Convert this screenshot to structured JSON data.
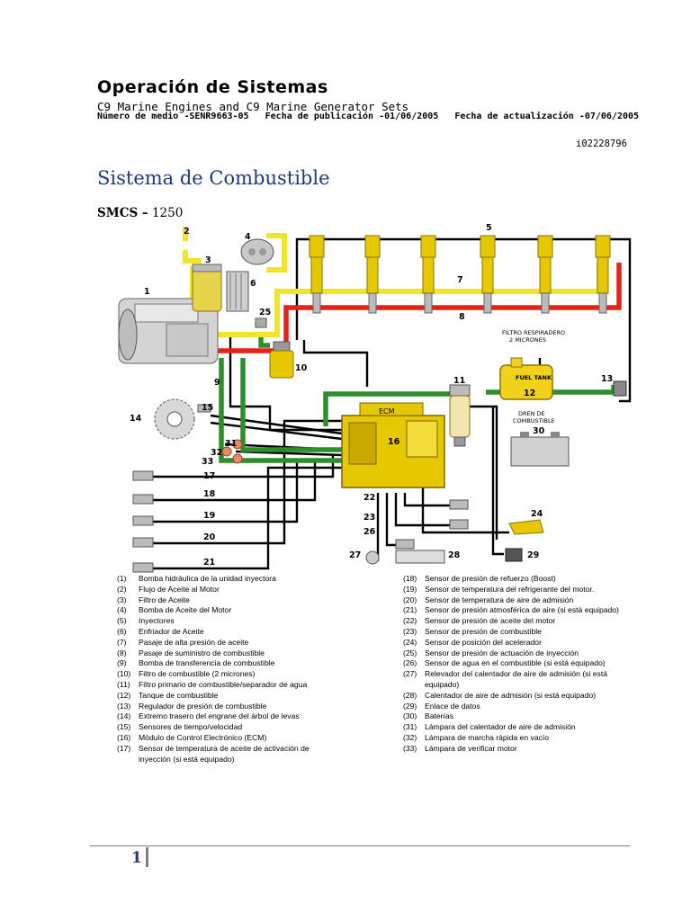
{
  "document": {
    "title": "Operación de Sistemas",
    "subtitle": "C9 Marine Engines and C9 Marine Generator Sets",
    "meta": "Número de medio -SENR9663-05   Fecha de publicación -01/06/2005   Fecha de actualización -07/06/2005",
    "doc_id": "i02228796",
    "section_heading": "Sistema de Combustible",
    "smcs_label": "SMCS –",
    "smcs_value": "1250",
    "page_number": "1"
  },
  "diagram": {
    "callouts": [
      "1",
      "2",
      "3",
      "4",
      "5",
      "6",
      "7",
      "8",
      "9",
      "10",
      "11",
      "12",
      "13",
      "14",
      "15",
      "16",
      "17",
      "18",
      "19",
      "20",
      "21",
      "22",
      "23",
      "24",
      "25",
      "26",
      "27",
      "28",
      "29",
      "30",
      "31",
      "32",
      "33"
    ],
    "labels": {
      "ecm": "ECM",
      "fuel_tank": "FUEL TANK",
      "filtro_respiradero": "FILTRO RESPIRADERO",
      "dos_micrones": "2 MICRONES",
      "dren_de": "DREN DE",
      "combustible": "COMBUSTIBLE"
    },
    "colors": {
      "oil_supply": "#f1e52a",
      "high_pressure_oil": "#e2231a",
      "fuel": "#2c8f2c",
      "wiring": "#000000",
      "ecm": "#e6c800"
    }
  },
  "legend_left": [
    {
      "num": "(1)",
      "text": "Bomba hidráulica de la unidad inyectora"
    },
    {
      "num": "(2)",
      "text": "Flujo de Aceite al Motor"
    },
    {
      "num": "(3)",
      "text": "Filtro de Aceite"
    },
    {
      "num": "(4)",
      "text": "Bomba de Aceite del Motor"
    },
    {
      "num": "(5)",
      "text": "Inyectores"
    },
    {
      "num": "(6)",
      "text": "Enfriador de Aceite"
    },
    {
      "num": "(7)",
      "text": "Pasaje de alta presión de aceite"
    },
    {
      "num": "(8)",
      "text": "Pasaje de suministro de combustible"
    },
    {
      "num": "(9)",
      "text": "Bomba de transferencia de combustible"
    },
    {
      "num": "(10)",
      "text": "Filtro de combustible (2 micrones)"
    },
    {
      "num": "(11)",
      "text": "Filtro primario de combustible/separador de agua"
    },
    {
      "num": "(12)",
      "text": "Tanque de combustible"
    },
    {
      "num": "(13)",
      "text": "Regulador de presión de combustible"
    },
    {
      "num": "(14)",
      "text": "Extremo trasero del engrane del árbol de levas"
    },
    {
      "num": "(15)",
      "text": "Sensores de tiempo/velocidad"
    },
    {
      "num": "(16)",
      "text": "Módulo de Control Electrónico (ECM)"
    },
    {
      "num": "(17)",
      "text": "Sensor de temperatura de aceite de activación de inyección (si está equipado)"
    }
  ],
  "legend_right": [
    {
      "num": "(18)",
      "text": "Sensor de presión de refuerzo (Boost)"
    },
    {
      "num": "(19)",
      "text": "Sensor de temperatura del refrigerante del motor."
    },
    {
      "num": "(20)",
      "text": "Sensor de temperatura de aire de admisión"
    },
    {
      "num": "(21)",
      "text": "Sensor de presión atmosférica de aire (si está equipado)"
    },
    {
      "num": "(22)",
      "text": "Sensor de presión de aceite del motor"
    },
    {
      "num": "(23)",
      "text": "Sensor de presión de combustible"
    },
    {
      "num": "(24)",
      "text": "Sensor de posición del acelerador"
    },
    {
      "num": "(25)",
      "text": "Sensor de presión de actuación de inyección"
    },
    {
      "num": "(26)",
      "text": "Sensor de agua en el combustible (si está equipado)"
    },
    {
      "num": "(27)",
      "text": "Relevador del calentador de aire de admisión (si está equipado)"
    },
    {
      "num": "(28)",
      "text": "Calentador de aire de admisión (si está equipado)"
    },
    {
      "num": "(29)",
      "text": "Enlace de datos"
    },
    {
      "num": "(30)",
      "text": "Baterías"
    },
    {
      "num": "(31)",
      "text": "Lámpara del calentador de aire de admisión"
    },
    {
      "num": "(32)",
      "text": "Lámpara de marcha rápida en vacío"
    },
    {
      "num": "(33)",
      "text": "Lámpara de verificar motor"
    }
  ]
}
